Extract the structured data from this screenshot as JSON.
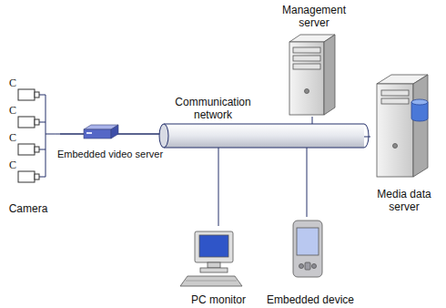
{
  "diagram": {
    "nodes": [
      {
        "text": [
          "Camera"
        ]
      },
      {
        "text": [
          "Embedded video server"
        ]
      },
      {
        "text": [
          "Communication network"
        ]
      },
      {
        "text": [
          "Management server"
        ]
      },
      {
        "text": [
          "Media data server"
        ]
      },
      {
        "text": [
          "PC monitor"
        ]
      },
      {
        "text": [
          "Embedded device"
        ]
      }
    ],
    "edges": [
      {
        "from": 0,
        "to": 1,
        "arrow": "none"
      },
      {
        "from": 1,
        "to": 2,
        "arrow": "none"
      },
      {
        "from": 3,
        "to": 2,
        "arrow": "none"
      },
      {
        "from": 4,
        "to": 2,
        "arrow": "none"
      },
      {
        "from": 5,
        "to": 2,
        "arrow": "none"
      },
      {
        "from": 6,
        "to": 2,
        "arrow": "none"
      }
    ],
    "labels": [
      "C",
      "C",
      "C",
      "C"
    ]
  }
}
